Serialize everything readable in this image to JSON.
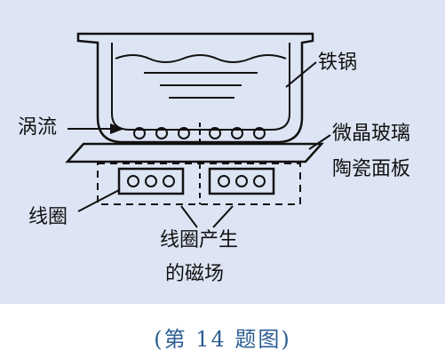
{
  "labels": {
    "pot": "铁锅",
    "eddy_current": "涡流",
    "plate_line1": "微晶玻璃",
    "plate_line2": "陶瓷面板",
    "coil": "线圈",
    "field_line1": "线圈产生",
    "field_line2": "的磁场"
  },
  "caption": "(第 14 题图)",
  "colors": {
    "background_panel": "#dde4f4",
    "line": "#111111",
    "caption": "#2c5d93"
  }
}
